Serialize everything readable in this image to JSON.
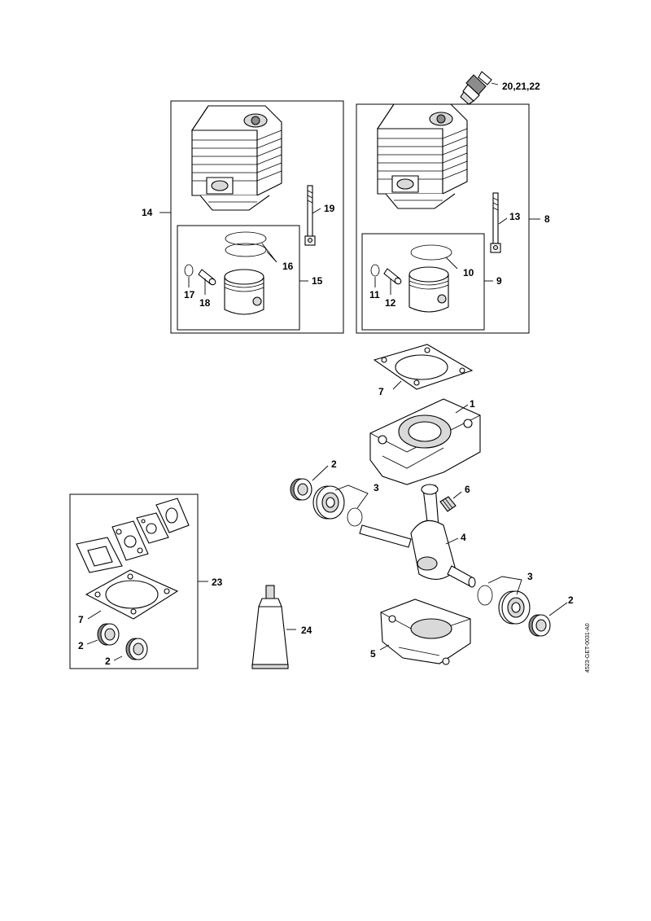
{
  "diagram": {
    "drawing_code": "4523-GET-0031-A0",
    "labels": {
      "p1": "1",
      "p2a": "2",
      "p2b": "2",
      "p2c": "2",
      "p2d": "2",
      "p3a": "3",
      "p3b": "3",
      "p4": "4",
      "p5": "5",
      "p6": "6",
      "p7a": "7",
      "p7b": "7",
      "p8": "8",
      "p9": "9",
      "p10": "10",
      "p11": "11",
      "p12": "12",
      "p13": "13",
      "p14": "14",
      "p15": "15",
      "p16": "16",
      "p17": "17",
      "p18": "18",
      "p19": "19",
      "p20_22": "20,21,22",
      "p23": "23",
      "p24": "24"
    }
  }
}
